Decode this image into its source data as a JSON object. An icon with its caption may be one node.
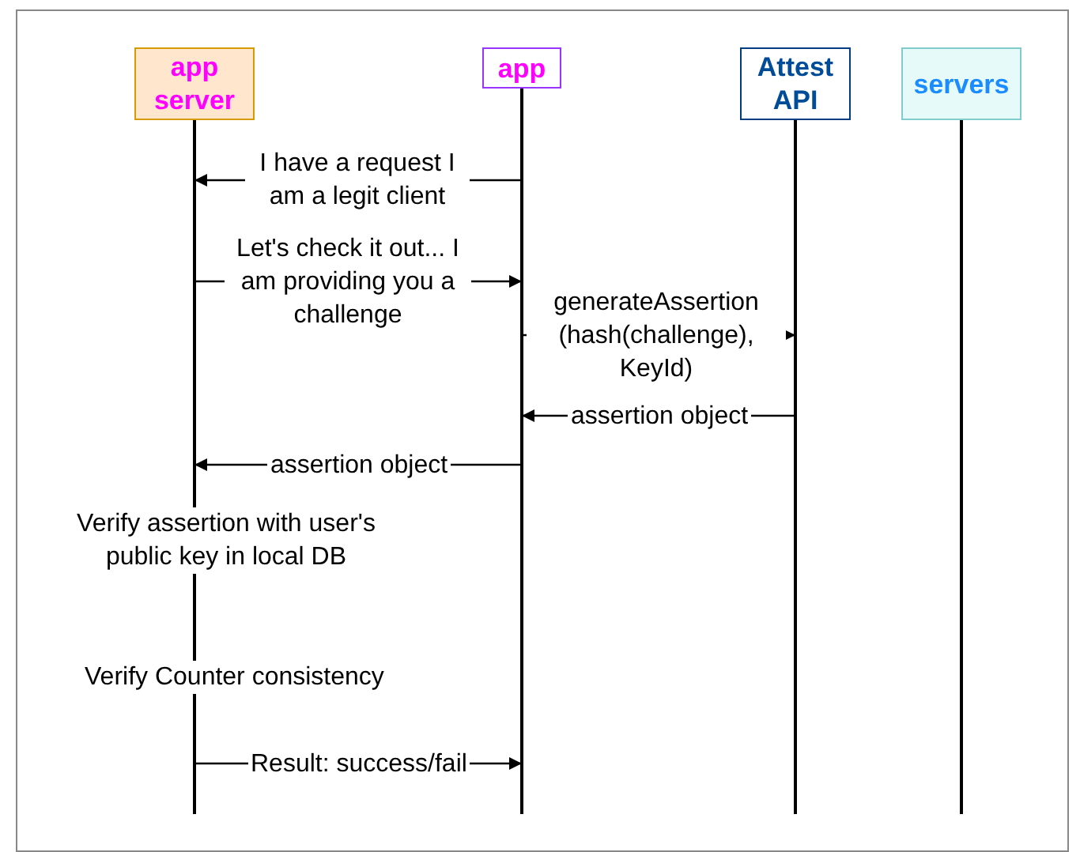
{
  "diagram": {
    "nodes": [
      {
        "text": [
          "app server"
        ]
      },
      {
        "text": [
          "app"
        ]
      },
      {
        "text": [
          "Attest API"
        ]
      },
      {
        "text": [
          "servers"
        ]
      }
    ],
    "edges": [
      {
        "from": 1,
        "to": 0,
        "arrow": "to",
        "label": "I have a request I am a legit client"
      },
      {
        "from": 0,
        "to": 1,
        "arrow": "to",
        "label": "Let's check it out... I am providing you a challenge"
      },
      {
        "from": 1,
        "to": 2,
        "arrow": "to",
        "label": "generateAssertion (hash(challenge), KeyId)"
      },
      {
        "from": 2,
        "to": 1,
        "arrow": "to",
        "label": "assertion object"
      },
      {
        "from": 1,
        "to": 0,
        "arrow": "to",
        "label": "assertion object"
      },
      {
        "from": 0,
        "to": 1,
        "arrow": "to",
        "label": "Result: success/fail"
      }
    ],
    "labels": [
      "Verify assertion with user's public key in local DB",
      "Verify Counter consistency"
    ]
  }
}
